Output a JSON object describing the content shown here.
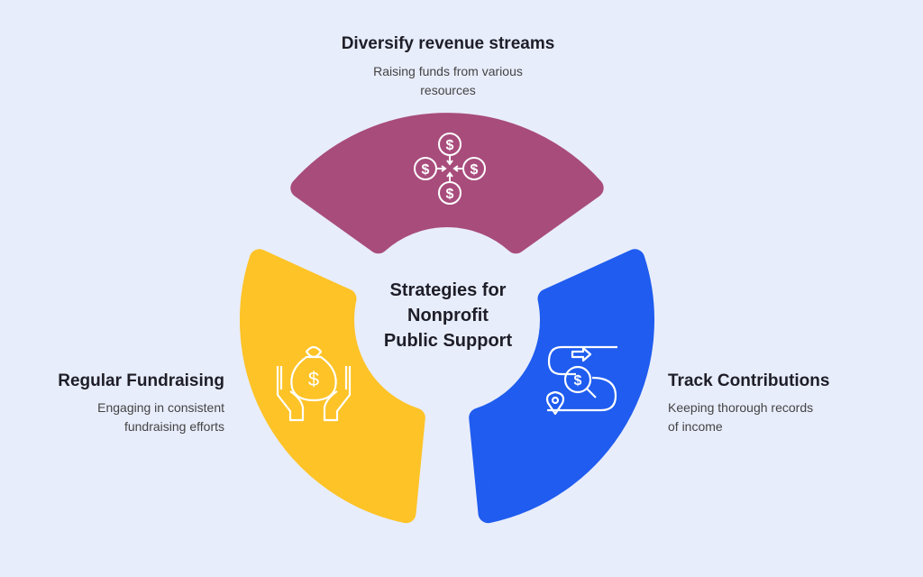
{
  "center_title": [
    "Strategies for",
    "Nonprofit",
    "Public Support"
  ],
  "segments": [
    {
      "title": "Diversify revenue streams",
      "desc": [
        "Raising funds from various",
        "resources"
      ],
      "icon": "converging-dollar-coins-icon",
      "color": "#a84c7c"
    },
    {
      "title": "Track Contributions",
      "desc": [
        "Keeping thorough records",
        "of income"
      ],
      "icon": "dollar-search-route-icon",
      "color": "#1f5cef"
    },
    {
      "title": "Regular Fundraising",
      "desc": [
        "Engaging in consistent",
        "fundraising efforts"
      ],
      "icon": "hands-money-bag-icon",
      "color": "#fdc327"
    }
  ]
}
